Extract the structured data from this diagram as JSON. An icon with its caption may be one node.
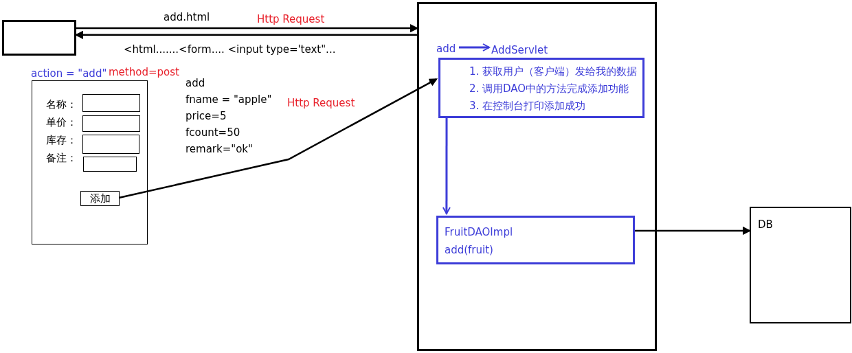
{
  "diagram": {
    "nodes": [
      {
        "text": [],
        "shape": "box"
      },
      {
        "text": [],
        "shape": "box"
      },
      {
        "text": [
          "action = \"add\"",
          "method=post",
          "名称：",
          "单价：",
          "库存：",
          "备注："
        ]
      },
      {
        "text": [
          "添加"
        ],
        "in": 2
      },
      {
        "text": [
          "add"
        ],
        "in": 1
      },
      {
        "text": [
          "AddServlet"
        ],
        "in": 1
      },
      {
        "text": [
          "1. 获取用户（客户端）发给我的数据",
          "2. 调用DAO中的方法完成添加功能",
          "3. 在控制台打印添加成功"
        ],
        "in": 1
      },
      {
        "text": [
          "FruitDAOImpl",
          "add(fruit)"
        ],
        "in": 1
      },
      {
        "text": [
          "DB"
        ]
      }
    ],
    "edges": [
      {
        "from": 0,
        "to": 1,
        "arrow": "to",
        "label": "add.html"
      },
      {
        "from": 1,
        "to": 0,
        "arrow": "to",
        "label": "<html.......<form....  <input type='text\"..."
      },
      {
        "from": 3,
        "to": 6,
        "arrow": "to",
        "label": "Http Request"
      },
      {
        "from": 4,
        "to": 5,
        "arrow": "to",
        "color": "#3c3cd8"
      },
      {
        "from": 6,
        "to": 7,
        "arrow": "to",
        "color": "#3c3cd8"
      },
      {
        "from": 7,
        "to": 8,
        "arrow": "to"
      }
    ],
    "labels": [
      "Http Request",
      "add",
      "fname = \"apple\"",
      "price=5",
      "fcount=50",
      "remark=\"ok\""
    ]
  }
}
